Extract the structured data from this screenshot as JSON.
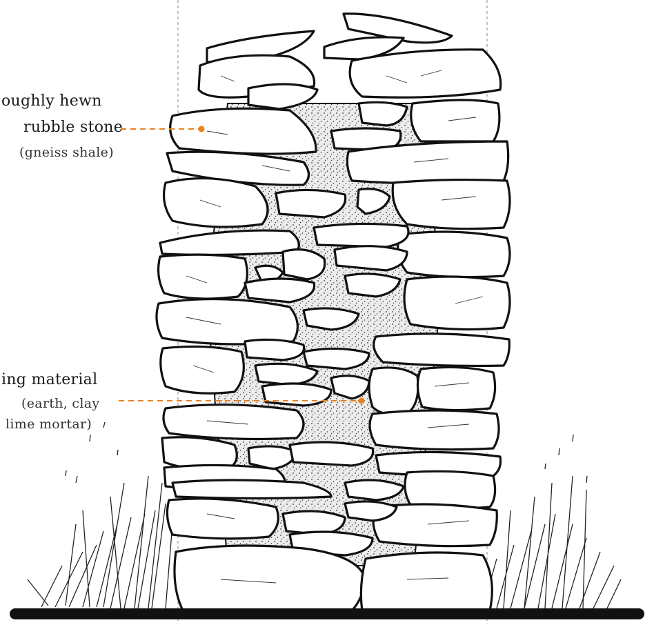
{
  "annotations": {
    "stone": {
      "line1": "oughly hewn",
      "line2": "rubble stone",
      "line3": "(gneiss shale)"
    },
    "filling": {
      "line1": "ing material",
      "line2": "(earth, clay",
      "line3": "lime mortar)"
    }
  },
  "colors": {
    "leader": "#e8821e",
    "ink": "#111111",
    "guide": "#9a9a9a"
  }
}
